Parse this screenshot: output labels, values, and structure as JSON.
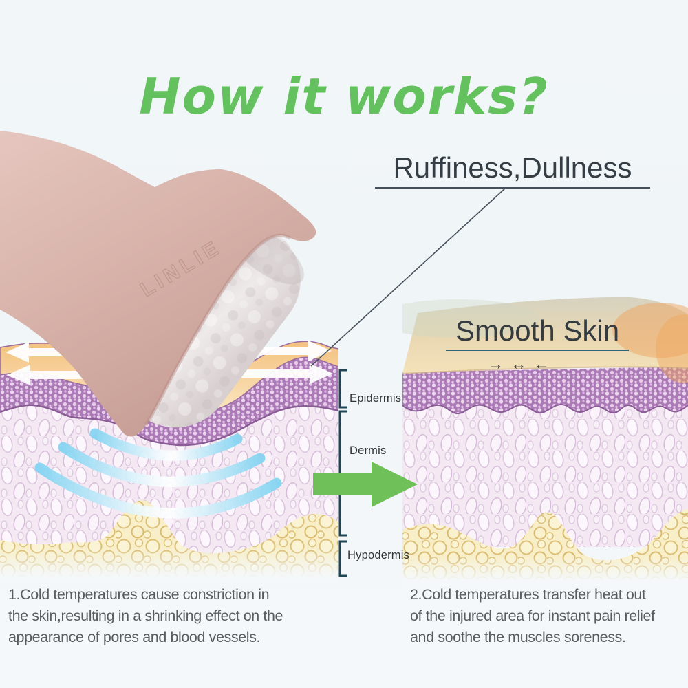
{
  "title": {
    "text": "How it works?",
    "color": "#63c15e"
  },
  "annotations": {
    "problem_label": "Ruffiness,Dullness",
    "result_label": "Smooth Skin"
  },
  "skin_layers": {
    "epidermis": "Epidermis",
    "dermis": "Dermis",
    "hypodermis": "Hypodermis"
  },
  "captions": {
    "left": "1.Cold temperatures cause constriction in\nthe skin,resulting in a shrinking effect on the\nappearance of pores and blood vessels.",
    "right": "2.Cold temperatures transfer heat out\nof the injured area for instant pain relief\nand soothe the muscles soreness."
  },
  "roller": {
    "brand_embossed": "LINLIE"
  },
  "icons": {
    "compression_arrows": "→ ↔ ←",
    "stretch_arrows": "white-outward-block-arrows",
    "cold_waves": "blue-arc-waves",
    "transform_arrow": "green-right-arrow",
    "connector_line": "diagonal-callout-line"
  },
  "colors": {
    "title_green": "#63c15e",
    "transform_arrow_green": "#6fc058",
    "cold_wave_blue": "#82d4f2",
    "handle_pink": "#d7b2a9",
    "epidermis_purple": "#ab7ab6",
    "dermis_pink": "#f4e9f2",
    "hypodermis_yellow": "#f8efc8",
    "stratum_tan": "#f3c17e",
    "bracket_teal": "#1e4654",
    "underline_teal": "#2e6573",
    "text_dark": "#363e45",
    "caption_gray": "#585d61"
  }
}
